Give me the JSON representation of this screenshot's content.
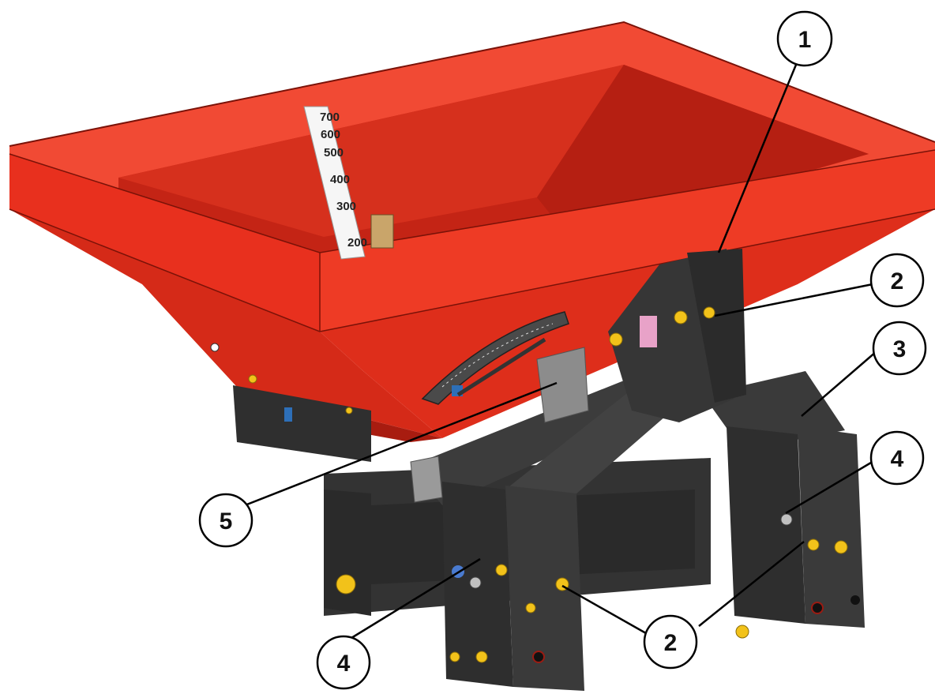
{
  "diagram": {
    "callouts": [
      {
        "id": "c1",
        "label": "1"
      },
      {
        "id": "c2a",
        "label": "2"
      },
      {
        "id": "c3",
        "label": "3"
      },
      {
        "id": "c4a",
        "label": "4"
      },
      {
        "id": "c5",
        "label": "5"
      },
      {
        "id": "c4b",
        "label": "4"
      },
      {
        "id": "c2b",
        "label": "2"
      },
      {
        "id": "c2c",
        "label": "2"
      }
    ],
    "fill_scale": [
      "700",
      "600",
      "500",
      "400",
      "300",
      "200"
    ],
    "colors": {
      "hopper_red": "#e8301e",
      "hopper_dark_red": "#c42415",
      "frame_black": "#2b2b2b",
      "pin_yellow": "#f2c21a"
    }
  }
}
